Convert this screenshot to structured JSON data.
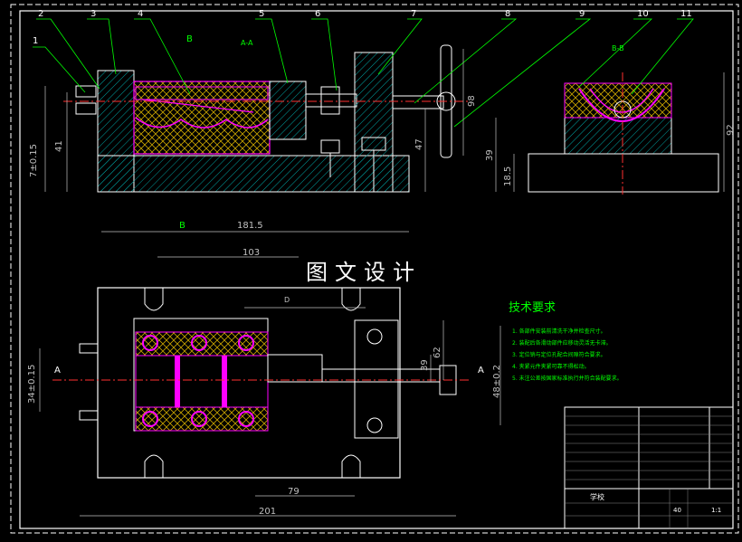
{
  "balloons": [
    "1",
    "2",
    "3",
    "4",
    "5",
    "6",
    "7",
    "8",
    "9",
    "10",
    "11"
  ],
  "section_labels": {
    "aa": "A-A",
    "bb": "B-B",
    "b_top": "B",
    "b_bottom": "B",
    "a_left": "A",
    "a_right": "A"
  },
  "dimensions": {
    "front_7": "7±0.15",
    "front_41": "41",
    "front_47": "47",
    "front_98": "98",
    "front_39": "39",
    "front_181_5": "181.5",
    "side_18_5": "18.5",
    "side_92": "92",
    "top_103": "103",
    "top_34": "34±0.15",
    "top_39": "39",
    "top_62": "62",
    "top_48": "48±0.2",
    "top_79": "79",
    "top_201": "201",
    "top_d": "D"
  },
  "watermark": "图文设计",
  "tech_req": {
    "title": "技术要求",
    "items": [
      "1. 各部件安装前清洗干净并检查尺寸。",
      "2. 装配后各滑动部件应移动灵活无卡滞。",
      "3. 定位销与定位孔配合间隙符合要求。",
      "4. 夹紧元件夹紧可靠不得松动。",
      "5. 未注公差按国家标准执行并符合装配要求。"
    ]
  },
  "title_block": {
    "school": "学校",
    "scale": "1:1",
    "qty": "40"
  },
  "colors": {
    "bg": "#000000",
    "line": "#ffffff",
    "dim": "#c0c0c0",
    "leader": "#00ff00",
    "hatch": "#00a0a0",
    "part": "#ff00ff",
    "spring": "#ffff00",
    "center": "#ff3030",
    "frame": "#ffffff"
  }
}
